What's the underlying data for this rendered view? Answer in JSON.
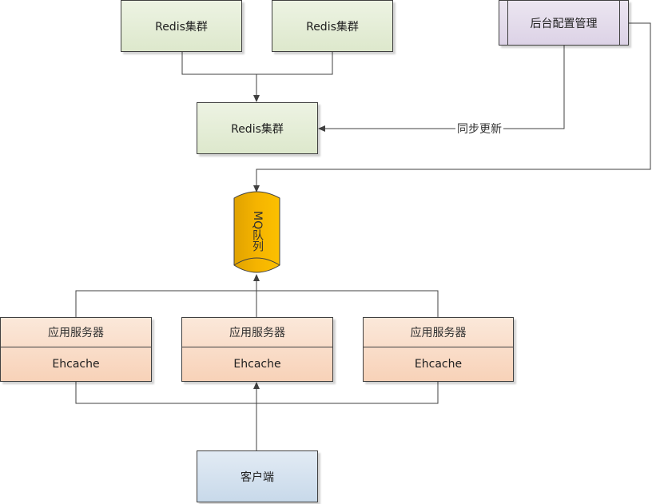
{
  "diagram": {
    "redis_top_left": {
      "label": "Redis集群"
    },
    "redis_top_right": {
      "label": "Redis集群"
    },
    "redis_main": {
      "label": "Redis集群"
    },
    "admin": {
      "label": "后台配置管理"
    },
    "mq": {
      "label": "MQ队列"
    },
    "servers": [
      {
        "title": "应用服务器",
        "cache": "Ehcache"
      },
      {
        "title": "应用服务器",
        "cache": "Ehcache"
      },
      {
        "title": "应用服务器",
        "cache": "Ehcache"
      }
    ],
    "client": {
      "label": "客户端"
    },
    "edges": {
      "sync_label": "同步更新"
    }
  },
  "colors": {
    "redis_fill": "#e4edd5",
    "admin_fill": "#e3dbec",
    "mq_fill": "#f5b400",
    "server_fill": "#fadcc6",
    "client_fill": "#d5e3f0",
    "line": "#404040"
  }
}
